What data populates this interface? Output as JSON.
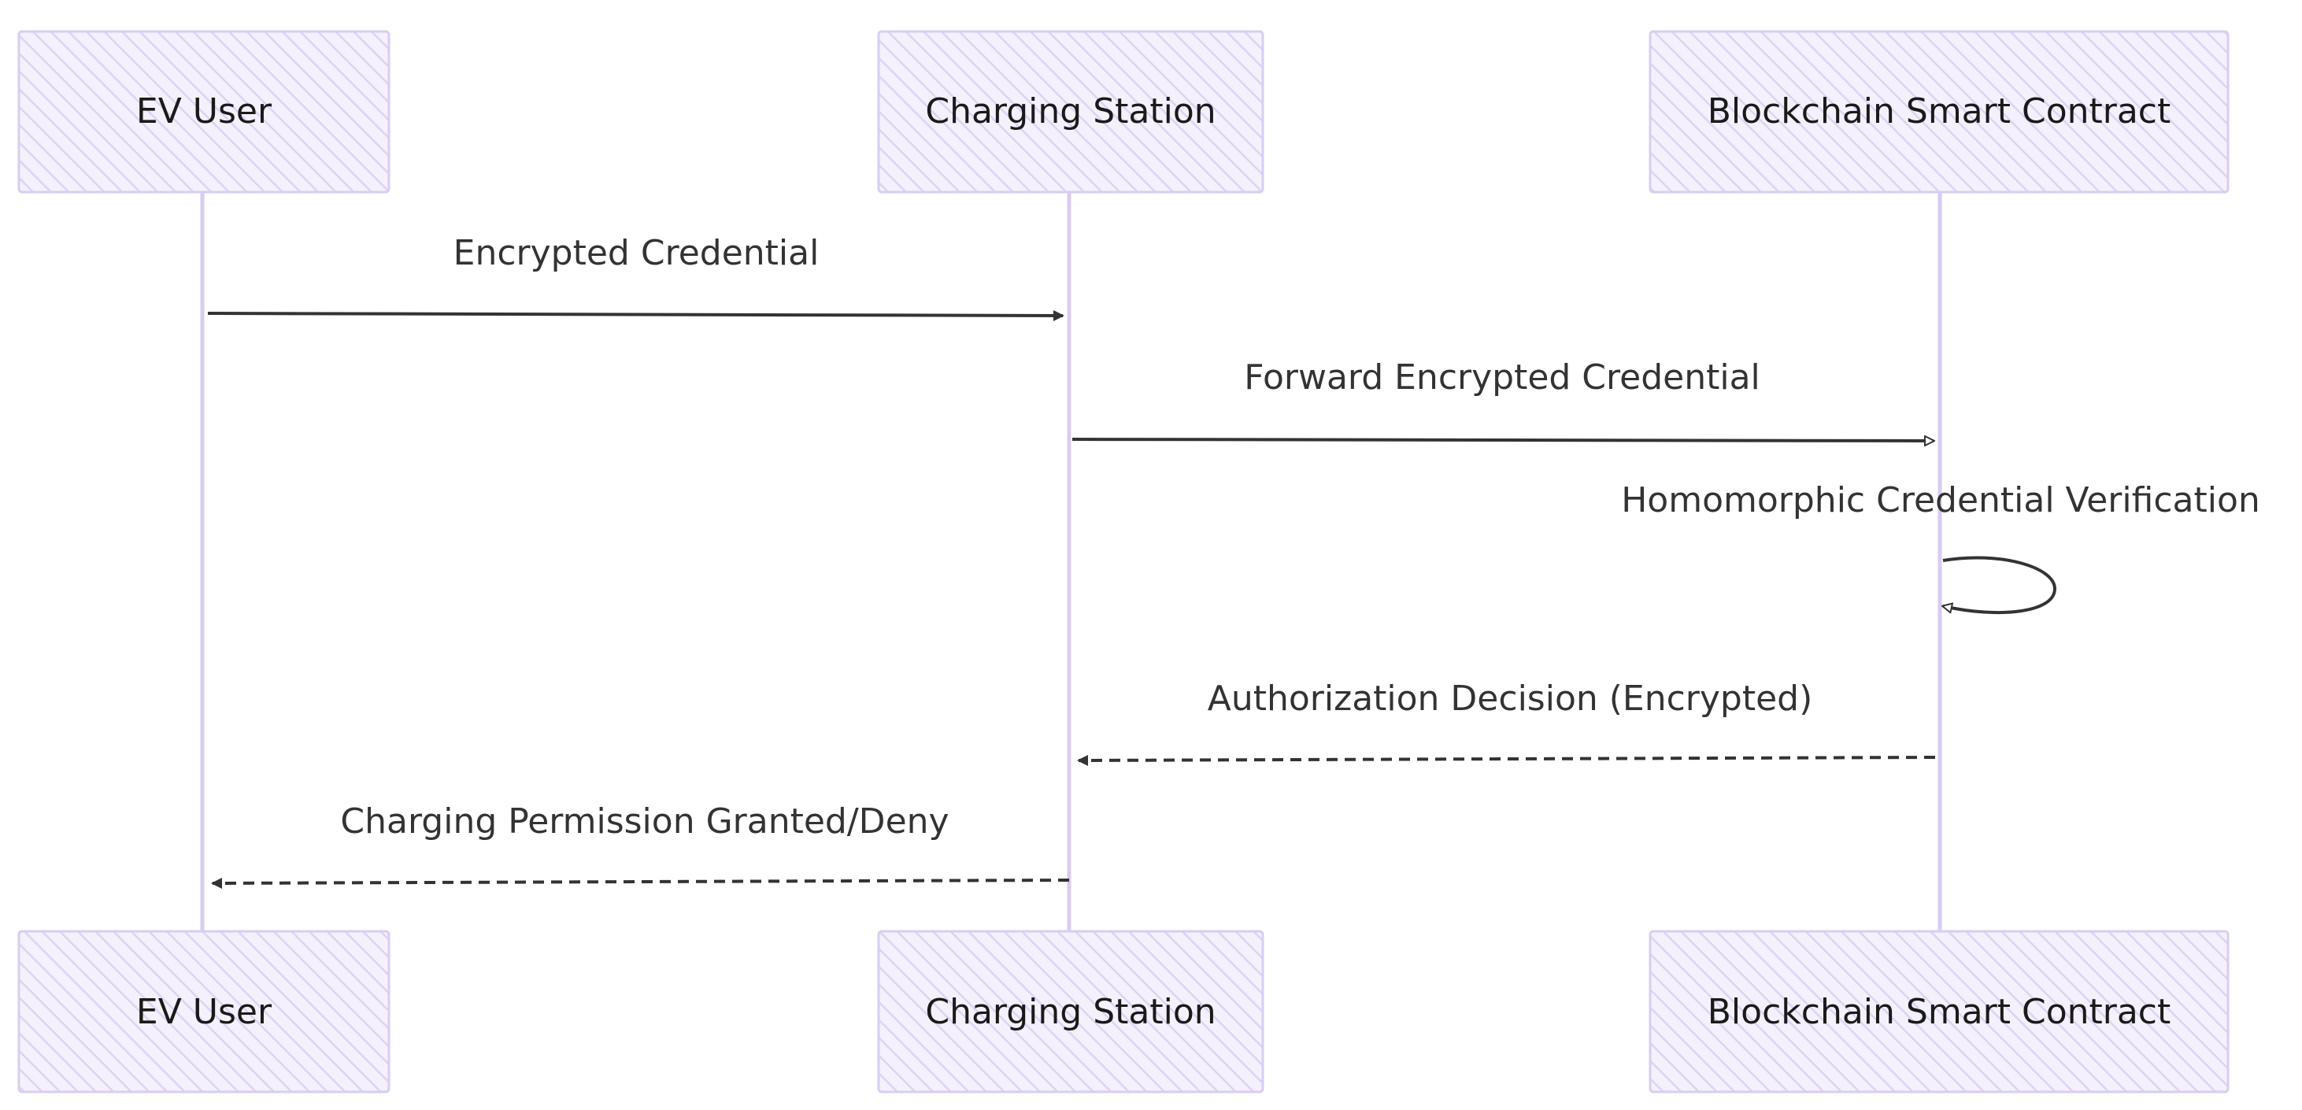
{
  "actors": [
    {
      "id": "ev-user",
      "label": "EV User"
    },
    {
      "id": "charging-station",
      "label": "Charging Station"
    },
    {
      "id": "blockchain-smart-contract",
      "label": "Blockchain Smart Contract"
    }
  ],
  "messages": [
    {
      "id": "encrypted-credential",
      "label": "Encrypted Credential",
      "from": 0,
      "to": 1,
      "style": "solid",
      "head": "filled"
    },
    {
      "id": "forward-encrypted-credential",
      "label": "Forward Encrypted Credential",
      "from": 1,
      "to": 2,
      "style": "solid",
      "head": "open"
    },
    {
      "id": "homomorphic-credential-verification",
      "label": "Homomorphic Credential Verification",
      "from": 2,
      "to": 2,
      "style": "solid",
      "head": "open"
    },
    {
      "id": "authorization-decision",
      "label": "Authorization Decision (Encrypted)",
      "from": 2,
      "to": 1,
      "style": "dashed",
      "head": "filled"
    },
    {
      "id": "charging-permission",
      "label": "Charging Permission Granted/Deny",
      "from": 1,
      "to": 0,
      "style": "dashed",
      "head": "filled"
    }
  ],
  "colors": {
    "box_fill": "#f1edfb",
    "box_hatch": "#ddd3f4",
    "box_stroke": "#d8cdf2",
    "lifeline": "#d7ccf0",
    "arrow": "#333333"
  }
}
